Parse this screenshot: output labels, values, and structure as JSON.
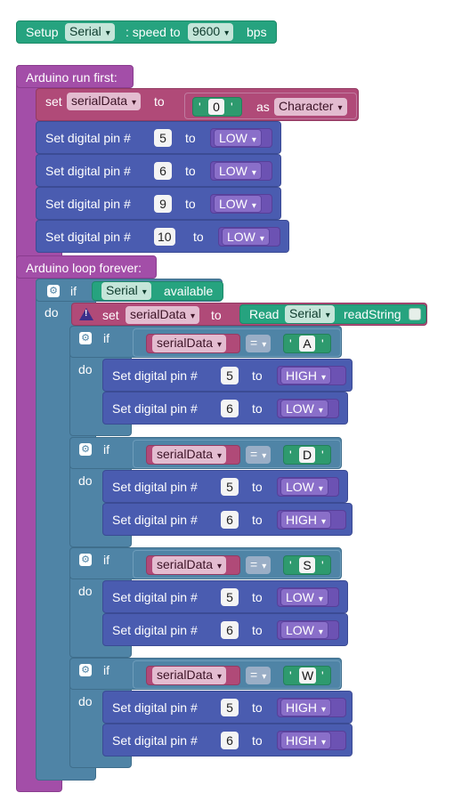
{
  "setup": {
    "label": "Setup",
    "port": "Serial",
    "speed_label": ": speed to",
    "speed": "9600",
    "unit": "bps"
  },
  "run_first": {
    "title": "Arduino run first:",
    "set_label": "set",
    "var": "serialData",
    "to_label": "to",
    "char": "0",
    "as_label": "as",
    "type": "Character",
    "pins": [
      {
        "pin": "5",
        "state": "LOW"
      },
      {
        "pin": "6",
        "state": "LOW"
      },
      {
        "pin": "9",
        "state": "LOW"
      },
      {
        "pin": "10",
        "state": "LOW"
      }
    ]
  },
  "loop": {
    "title": "Arduino loop forever:",
    "if_label": "if",
    "do_label": "do",
    "port": "Serial",
    "available_label": "available",
    "set_label": "set",
    "var": "serialData",
    "to_label": "to",
    "read_label": "Read",
    "read_port": "Serial",
    "readstring_label": "readString",
    "pin_label": "Set digital pin #",
    "pin_to": "to",
    "op": "=",
    "conditions": [
      {
        "char": "A",
        "pins": [
          {
            "pin": "5",
            "state": "HIGH"
          },
          {
            "pin": "6",
            "state": "LOW"
          }
        ]
      },
      {
        "char": "D",
        "pins": [
          {
            "pin": "5",
            "state": "LOW"
          },
          {
            "pin": "6",
            "state": "HIGH"
          }
        ]
      },
      {
        "char": "S",
        "pins": [
          {
            "pin": "5",
            "state": "LOW"
          },
          {
            "pin": "6",
            "state": "LOW"
          }
        ]
      },
      {
        "char": "W",
        "pins": [
          {
            "pin": "5",
            "state": "HIGH"
          },
          {
            "pin": "6",
            "state": "HIGH"
          }
        ]
      }
    ]
  },
  "colors": {
    "serial": "#26a37f",
    "purple": "#a34ea8",
    "var": "#b04a78",
    "pin": "#4a5cb0",
    "control": "#4f84a6"
  }
}
